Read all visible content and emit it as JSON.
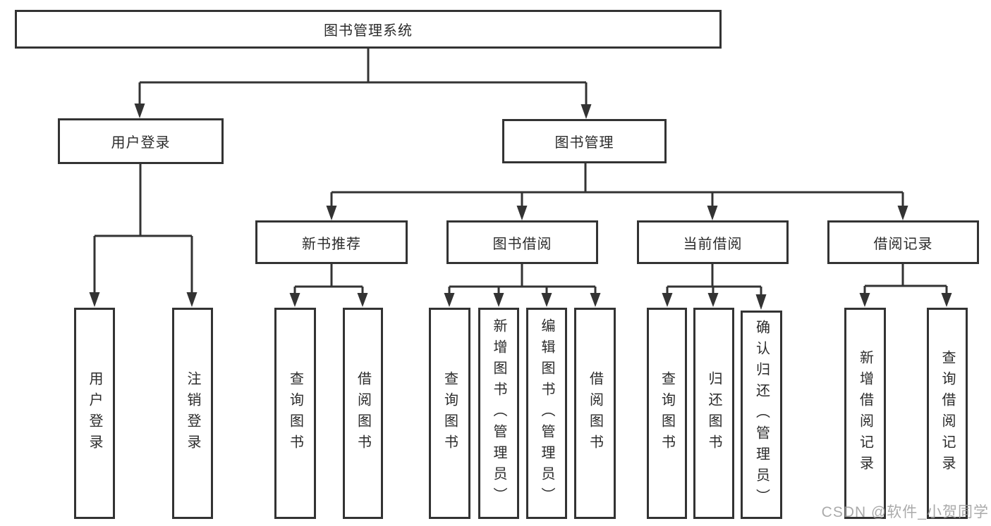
{
  "colors": {
    "line": "#333333",
    "text": "#2b2b2b",
    "box_background": "#ffffff",
    "watermark": "#9c9c9c",
    "page_background": "#ffffff"
  },
  "watermark": "CSDN @软件_小贺同学",
  "tree": {
    "root": {
      "label": "图书管理系统"
    },
    "branches": [
      {
        "label": "用户登录",
        "children": [
          {
            "label": "用户登录"
          },
          {
            "label": "注销登录"
          }
        ]
      },
      {
        "label": "图书管理",
        "children": [
          {
            "label": "新书推荐",
            "children": [
              {
                "label": "查询图书"
              },
              {
                "label": "借阅图书"
              }
            ]
          },
          {
            "label": "图书借阅",
            "children": [
              {
                "label": "查询图书"
              },
              {
                "label": "新增图书（管理员）"
              },
              {
                "label": "编辑图书（管理员）"
              },
              {
                "label": "借阅图书"
              }
            ]
          },
          {
            "label": "当前借阅",
            "children": [
              {
                "label": "查询图书"
              },
              {
                "label": "归还图书"
              },
              {
                "label": "确认归还（管理员）"
              }
            ]
          },
          {
            "label": "借阅记录",
            "children": [
              {
                "label": "新增借阅记录"
              },
              {
                "label": "查询借阅记录"
              }
            ]
          }
        ]
      }
    ]
  }
}
